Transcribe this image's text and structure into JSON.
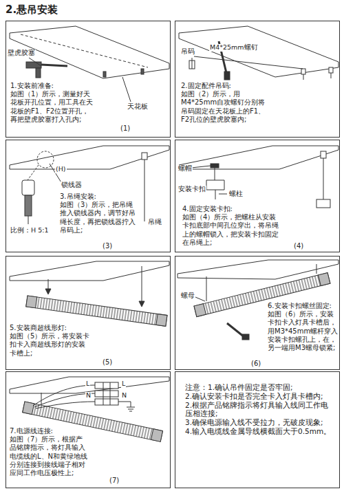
{
  "diagram": {
    "title": "2.悬吊安装",
    "nodes": [
      {
        "text": [
          "1.安装前准备:",
          "如图（1）所示，测量好天花板开孔位置，用工具在天花板的F1、F2位置开孔，再把壁虎胶塞打入孔内;",
          "(1)"
        ]
      },
      {
        "text": [
          "2.固定配件吊码:",
          "如图（2）所示，用M4*25mm自攻螺钉分别将吊码固定在天花板上的F1、F2孔位的壁虎胶塞内;"
        ]
      },
      {
        "text": [
          "3.吊绳安装:",
          "如图（3）所示，把吊绳推入锁线器内，调节好吊绳长度，再把锁线器拧入吊码上;",
          "(3)"
        ]
      },
      {
        "text": [
          "4.固定安装卡扣:",
          "如图（4）所示，把螺柱从安装卡扣底部中间孔位穿出，将吊绳上的螺帽锁入，把安装卡扣固定在吊绳上;",
          "(4)"
        ]
      },
      {
        "text": [
          "5.安装商超线形灯:",
          "如图（5）所示，将安装卡扣卡入商超线形灯的安装卡槽上;",
          "(5)"
        ]
      },
      {
        "text": [
          "6.安装卡扣螺丝固定:",
          "如图（6）所示，安装卡扣卡入灯具卡槽后，用M3*45mm螺杆穿入安装卡扣螺孔上，在，另一端用M3螺母锁紧;",
          "(6)"
        ]
      },
      {
        "text": [
          "7.电源线连接:",
          "如图（7）所示，根据产品铭牌指示，将灯具输入电缆线的L、N和黄绿地线分别连接到接线端子相对应同工作电压极性上;",
          "(7)"
        ]
      },
      {
        "text": [
          "注意：1.确认吊件固定是否牢固;",
          "2.确认安装卡扣是否完全卡入灯具卡槽内;",
          "2.根据产品铭牌指示将灯具输入线同工作电压相连接;",
          "3.确保电源输入线不受拉力，无破皮现象;",
          "4.输入电缆线金属导线横截面大于0.5mm。"
        ]
      }
    ],
    "labels": [
      "壁虎胶塞",
      "天花板",
      "吊码",
      "M4*25mm螺钉",
      "(H)",
      "锁线器",
      "比例：H 5:1",
      "吊绳",
      "螺帽",
      "安装卡扣",
      "螺柱",
      "螺母",
      "L",
      "N",
      "L",
      "N"
    ]
  }
}
